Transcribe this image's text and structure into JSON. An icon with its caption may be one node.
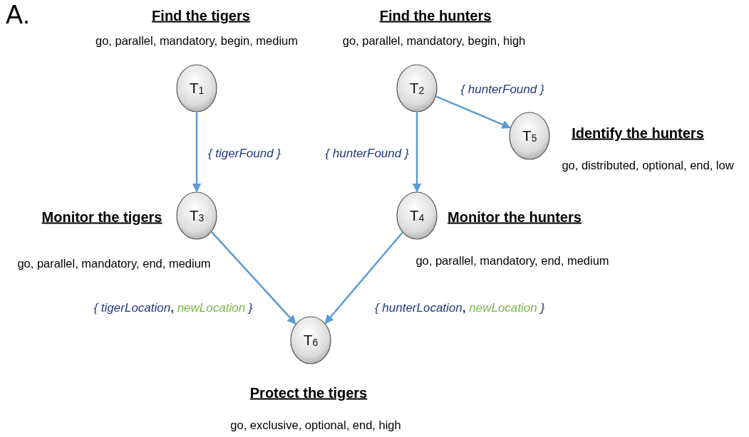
{
  "diagram": {
    "nodes": [
      {
        "text": [
          "T$_{1}$"
        ],
        "beside": [
          "Find the tigers",
          "go, parallel, mandatory, begin, medium"
        ]
      },
      {
        "text": [
          "T$_{2}$"
        ],
        "beside": [
          "Find the hunters",
          "go, parallel, mandatory, begin, high"
        ]
      },
      {
        "text": [
          "T$_{3}$"
        ],
        "beside": [
          "Monitor the tigers",
          "go, parallel, mandatory, end, medium"
        ]
      },
      {
        "text": [
          "T$_{4}$"
        ],
        "beside": [
          "Monitor the hunters",
          "go, parallel, mandatory, end, medium"
        ]
      },
      {
        "text": [
          "T$_{5}$"
        ],
        "beside": [
          "Identify the hunters",
          "go, distributed, optional, end, low"
        ]
      },
      {
        "text": [
          "T$_{6}$"
        ],
        "beside": [
          "Protect the tigers",
          "go, exclusive, optional, end, high"
        ]
      }
    ],
    "edges": [
      {
        "from": 0,
        "to": 2,
        "arrow": "to",
        "label": "{ tigerFound }"
      },
      {
        "from": 1,
        "to": 3,
        "arrow": "to",
        "label": "{ hunterFound }"
      },
      {
        "from": 1,
        "to": 4,
        "arrow": "to",
        "label": "{ hunterFound }"
      },
      {
        "from": 2,
        "to": 5,
        "arrow": "to",
        "label": "{ tigerLocation, newLocation }"
      },
      {
        "from": 3,
        "to": 5,
        "arrow": "to",
        "label": "{ hunterLocation, newLocation }"
      }
    ],
    "labels": [
      "A."
    ]
  }
}
